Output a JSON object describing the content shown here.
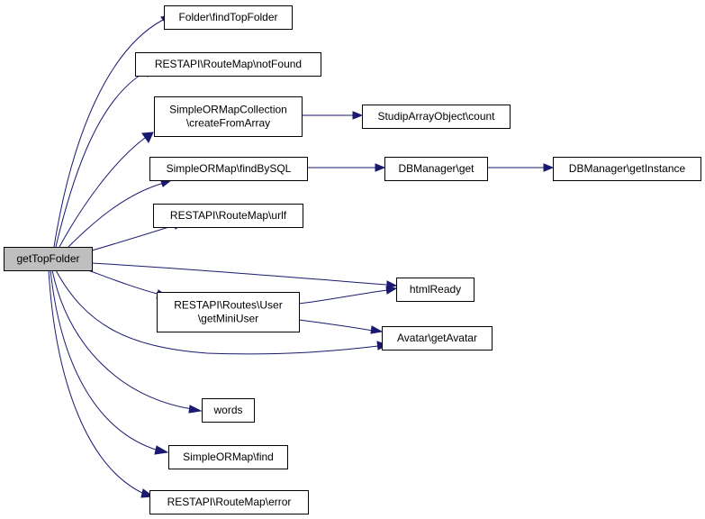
{
  "graph": {
    "edge_color": "#191970",
    "root_fill": "#bfbfbf",
    "nodes": [
      {
        "id": "getTopFolder",
        "lines": [
          "getTopFolder"
        ]
      },
      {
        "id": "findTopFolder",
        "lines": [
          "Folder\\findTopFolder"
        ]
      },
      {
        "id": "notFound",
        "lines": [
          "RESTAPI\\RouteMap\\notFound"
        ]
      },
      {
        "id": "createFromArray",
        "lines": [
          "SimpleORMapCollection",
          "\\createFromArray"
        ]
      },
      {
        "id": "count",
        "lines": [
          "StudipArrayObject\\count"
        ]
      },
      {
        "id": "findBySQL",
        "lines": [
          "SimpleORMap\\findBySQL"
        ]
      },
      {
        "id": "dbget",
        "lines": [
          "DBManager\\get"
        ]
      },
      {
        "id": "getInstance",
        "lines": [
          "DBManager\\getInstance"
        ]
      },
      {
        "id": "urlf",
        "lines": [
          "RESTAPI\\RouteMap\\urlf"
        ]
      },
      {
        "id": "htmlReady",
        "lines": [
          "htmlReady"
        ]
      },
      {
        "id": "getMiniUser",
        "lines": [
          "RESTAPI\\Routes\\User",
          "\\getMiniUser"
        ]
      },
      {
        "id": "getAvatar",
        "lines": [
          "Avatar\\getAvatar"
        ]
      },
      {
        "id": "words",
        "lines": [
          "words"
        ]
      },
      {
        "id": "find",
        "lines": [
          "SimpleORMap\\find"
        ]
      },
      {
        "id": "error",
        "lines": [
          "RESTAPI\\RouteMap\\error"
        ]
      }
    ],
    "edges": [
      {
        "from": "getTopFolder",
        "to": "findTopFolder"
      },
      {
        "from": "getTopFolder",
        "to": "notFound"
      },
      {
        "from": "getTopFolder",
        "to": "createFromArray"
      },
      {
        "from": "createFromArray",
        "to": "count"
      },
      {
        "from": "getTopFolder",
        "to": "findBySQL"
      },
      {
        "from": "findBySQL",
        "to": "dbget"
      },
      {
        "from": "dbget",
        "to": "getInstance"
      },
      {
        "from": "getTopFolder",
        "to": "urlf"
      },
      {
        "from": "getTopFolder",
        "to": "htmlReady"
      },
      {
        "from": "getTopFolder",
        "to": "getMiniUser"
      },
      {
        "from": "getMiniUser",
        "to": "htmlReady"
      },
      {
        "from": "getMiniUser",
        "to": "getAvatar"
      },
      {
        "from": "getTopFolder",
        "to": "getAvatar"
      },
      {
        "from": "getTopFolder",
        "to": "words"
      },
      {
        "from": "getTopFolder",
        "to": "find"
      },
      {
        "from": "getTopFolder",
        "to": "error"
      }
    ]
  }
}
